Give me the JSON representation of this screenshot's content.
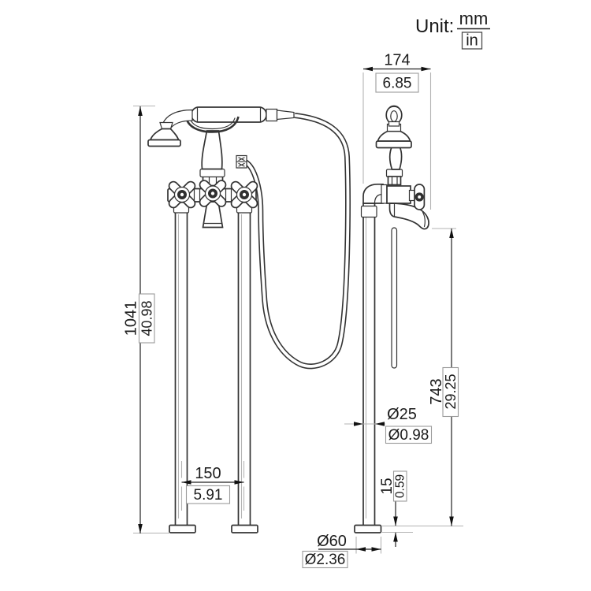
{
  "title": "Freestanding tub faucet dimension drawing",
  "unit": {
    "label": "Unit:",
    "numerator": "mm",
    "denominator": "in"
  },
  "dimensions": {
    "overall_height": {
      "mm": "1041",
      "in": "40.98"
    },
    "top_depth": {
      "mm": "174",
      "in": "6.85"
    },
    "spout_height": {
      "mm": "743",
      "in": "29.25"
    },
    "pipe_spacing": {
      "mm": "150",
      "in": "5.91"
    },
    "pipe_diameter": {
      "mm": "Ø25",
      "in": "Ø0.98"
    },
    "base_height": {
      "mm": "15",
      "in": "0.59"
    },
    "base_diameter": {
      "mm": "Ø60",
      "in": "Ø2.36"
    }
  },
  "colors": {
    "line": "#333333",
    "extension_line": "#b3b3b3",
    "dimension_line": "#222222",
    "box_border": "#9a9a9a",
    "text": "#1c1c1c",
    "background": "#ffffff"
  }
}
